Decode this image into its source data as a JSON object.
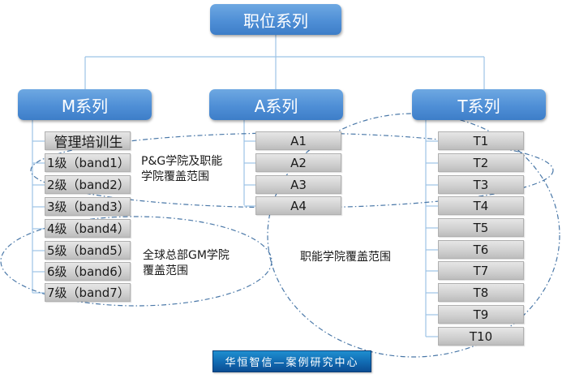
{
  "root": {
    "label": "职位系列"
  },
  "series": [
    {
      "label": "M系列",
      "items": [
        "管理培训生",
        "1级（band1）",
        "2级（band2）",
        "3级（band3）",
        "4级（band4）",
        "5级（band5）",
        "6级（band6）",
        "7级（band7）"
      ]
    },
    {
      "label": "A系列",
      "items": [
        "A1",
        "A2",
        "A3",
        "A4"
      ]
    },
    {
      "label": "T系列",
      "items": [
        "T1",
        "T2",
        "T3",
        "T4",
        "T5",
        "T6",
        "T7",
        "T8",
        "T9",
        "T10"
      ]
    }
  ],
  "coverage_regions": [
    {
      "label_line1": "P&G学院及职能",
      "label_line2": "学院覆盖范围"
    },
    {
      "label_line1": "全球总部GM学院",
      "label_line2": "覆盖范围"
    },
    {
      "label_line1": "职能学院覆盖范围",
      "label_line2": ""
    }
  ],
  "footer": {
    "label": "华恒智信—案例研究中心"
  },
  "colors": {
    "series_box": "#4f8fd6",
    "connector": "#9cc3e6",
    "dashed_ellipse": "#4a78a8",
    "item_fill": "#d0d0d0",
    "footer": "#126db4"
  }
}
